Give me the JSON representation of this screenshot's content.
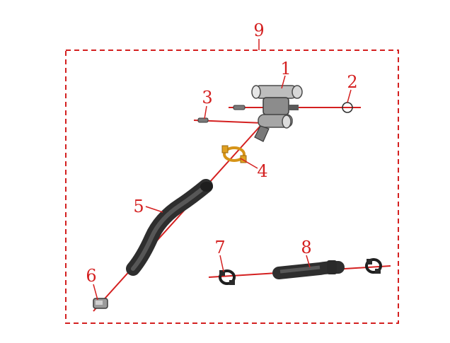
{
  "colors": {
    "accent": "#d42020",
    "part_dark": "#3a3a3a",
    "part_mid": "#8a8a8a",
    "part_light": "#d0d0d0",
    "clip_orange": "#e0a020"
  },
  "callouts": {
    "c1": "1",
    "c2": "2",
    "c3": "3",
    "c4": "4",
    "c5": "5",
    "c6": "6",
    "c7": "7",
    "c8": "8",
    "c9": "9"
  },
  "parts": {
    "p1": "thermostat-housing",
    "p2": "o-ring",
    "p3": "bolt",
    "p4": "hose-clamp-orange",
    "p5": "coolant-hose-long",
    "p6": "hose-clamp-small",
    "p7": "hose-clamp-left",
    "p8": "coolant-hose-short",
    "p9": "assembly-group-boundary"
  }
}
